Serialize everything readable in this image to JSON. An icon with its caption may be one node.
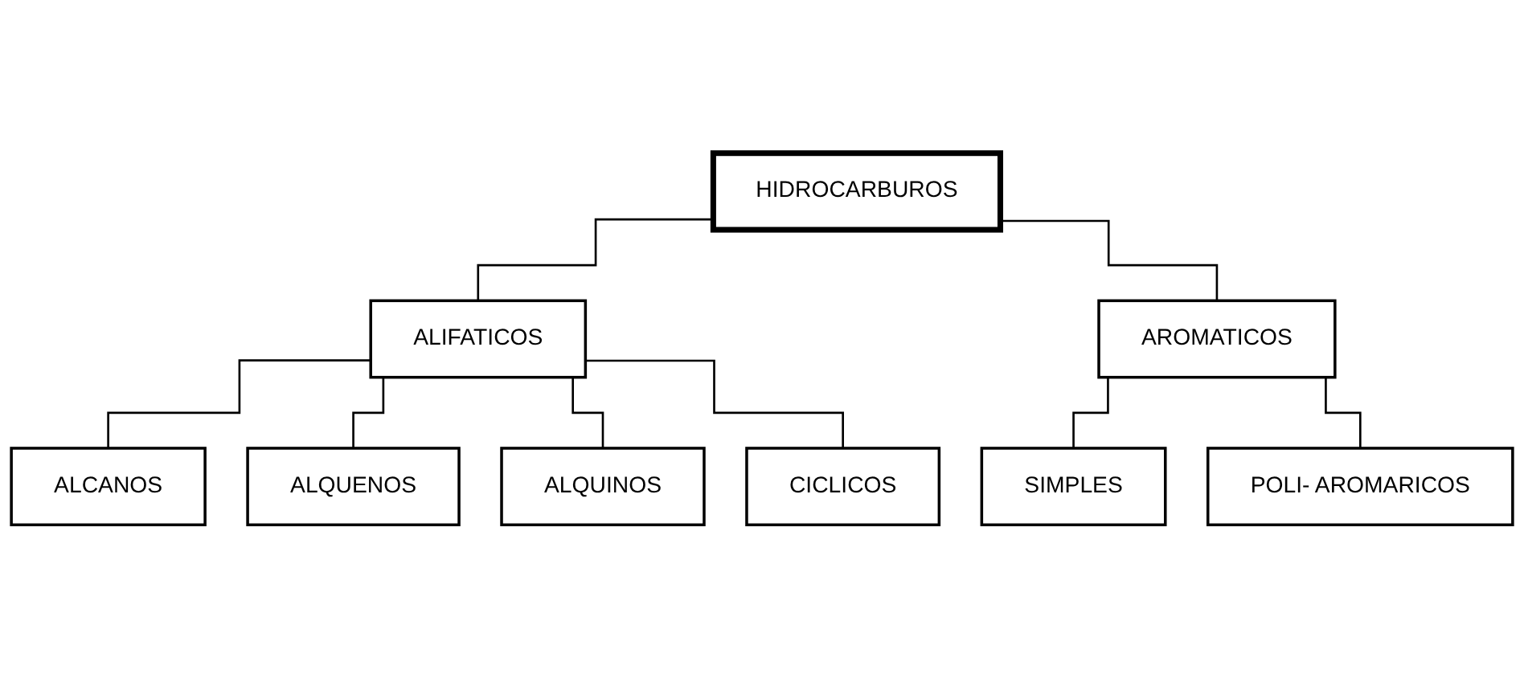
{
  "diagram": {
    "nodes": [
      {
        "text": [
          "HIDROCARBUROS"
        ]
      },
      {
        "text": [
          "ALIFATICOS"
        ]
      },
      {
        "text": [
          "AROMATICOS"
        ]
      },
      {
        "text": [
          "ALCANOS"
        ]
      },
      {
        "text": [
          "ALQUENOS"
        ]
      },
      {
        "text": [
          "ALQUINOS"
        ]
      },
      {
        "text": [
          "CICLICOS"
        ]
      },
      {
        "text": [
          "SIMPLES"
        ]
      },
      {
        "text": [
          "POLI- AROMARICOS"
        ]
      }
    ],
    "edges": [
      {
        "from": 0,
        "to": 1,
        "arrow": "none"
      },
      {
        "from": 0,
        "to": 2,
        "arrow": "none"
      },
      {
        "from": 1,
        "to": 3,
        "arrow": "none"
      },
      {
        "from": 1,
        "to": 4,
        "arrow": "none"
      },
      {
        "from": 1,
        "to": 5,
        "arrow": "none"
      },
      {
        "from": 1,
        "to": 6,
        "arrow": "none"
      },
      {
        "from": 2,
        "to": 7,
        "arrow": "none"
      },
      {
        "from": 2,
        "to": 8,
        "arrow": "none"
      }
    ]
  }
}
